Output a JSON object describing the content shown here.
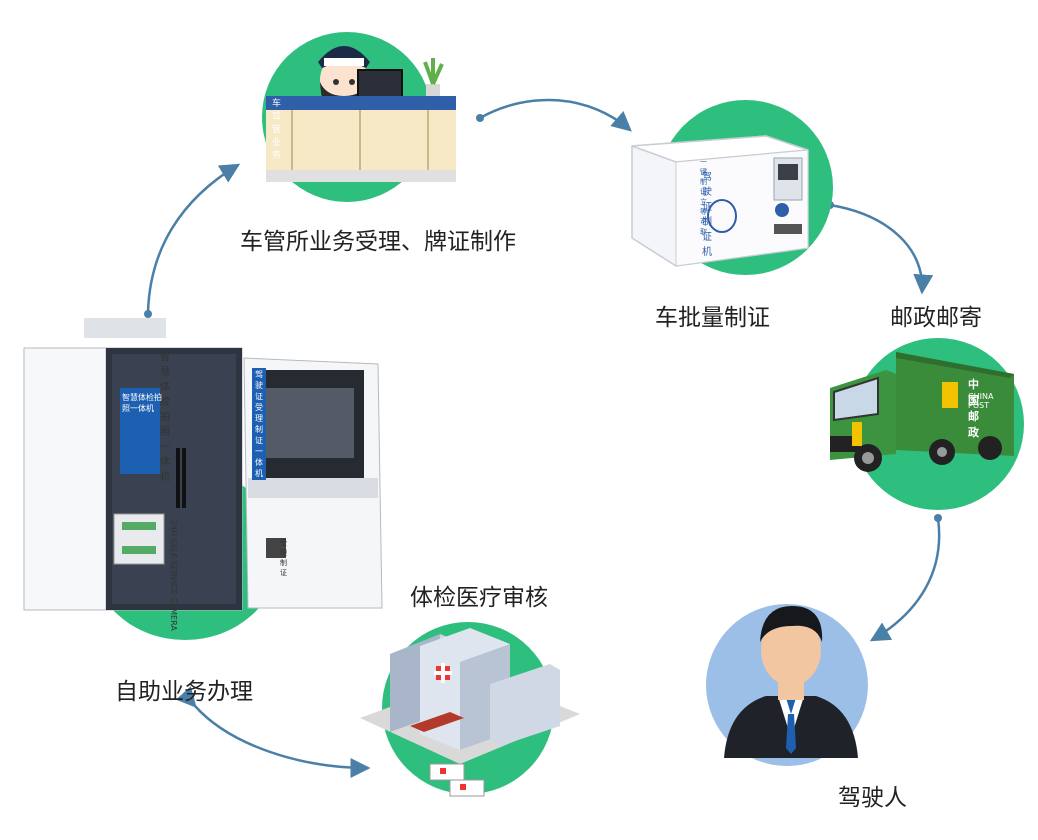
{
  "nodes": {
    "dmv": {
      "label": "车管所业务受理、牌证制作",
      "sign": "车驾管业务"
    },
    "batch": {
      "label": "车批量制证",
      "machine_text": "驾驶证制证机",
      "machine_subtext": "一键制证 立等可取"
    },
    "post": {
      "label": "邮政邮寄",
      "truck_brand": "中国邮政",
      "truck_brand_en": "CHINA POST"
    },
    "driver": {
      "label": "驾驶人"
    },
    "hospital": {
      "label": "体检医疗审核"
    },
    "kiosk": {
      "label": "自助业务办理",
      "cabinet_title": "智慧体检拍照一体机",
      "screen_text": "智慧体检拍照一体机",
      "side_text": "24H SELF-SERVICE CAMERA",
      "terminal_title": "驾驶证受理制证一体机",
      "terminal_small": "受理制证"
    }
  },
  "colors": {
    "green_circle": "#2ebf7e",
    "blue_circle": "#9bbfe6",
    "arrow": "#4a7fa7"
  }
}
